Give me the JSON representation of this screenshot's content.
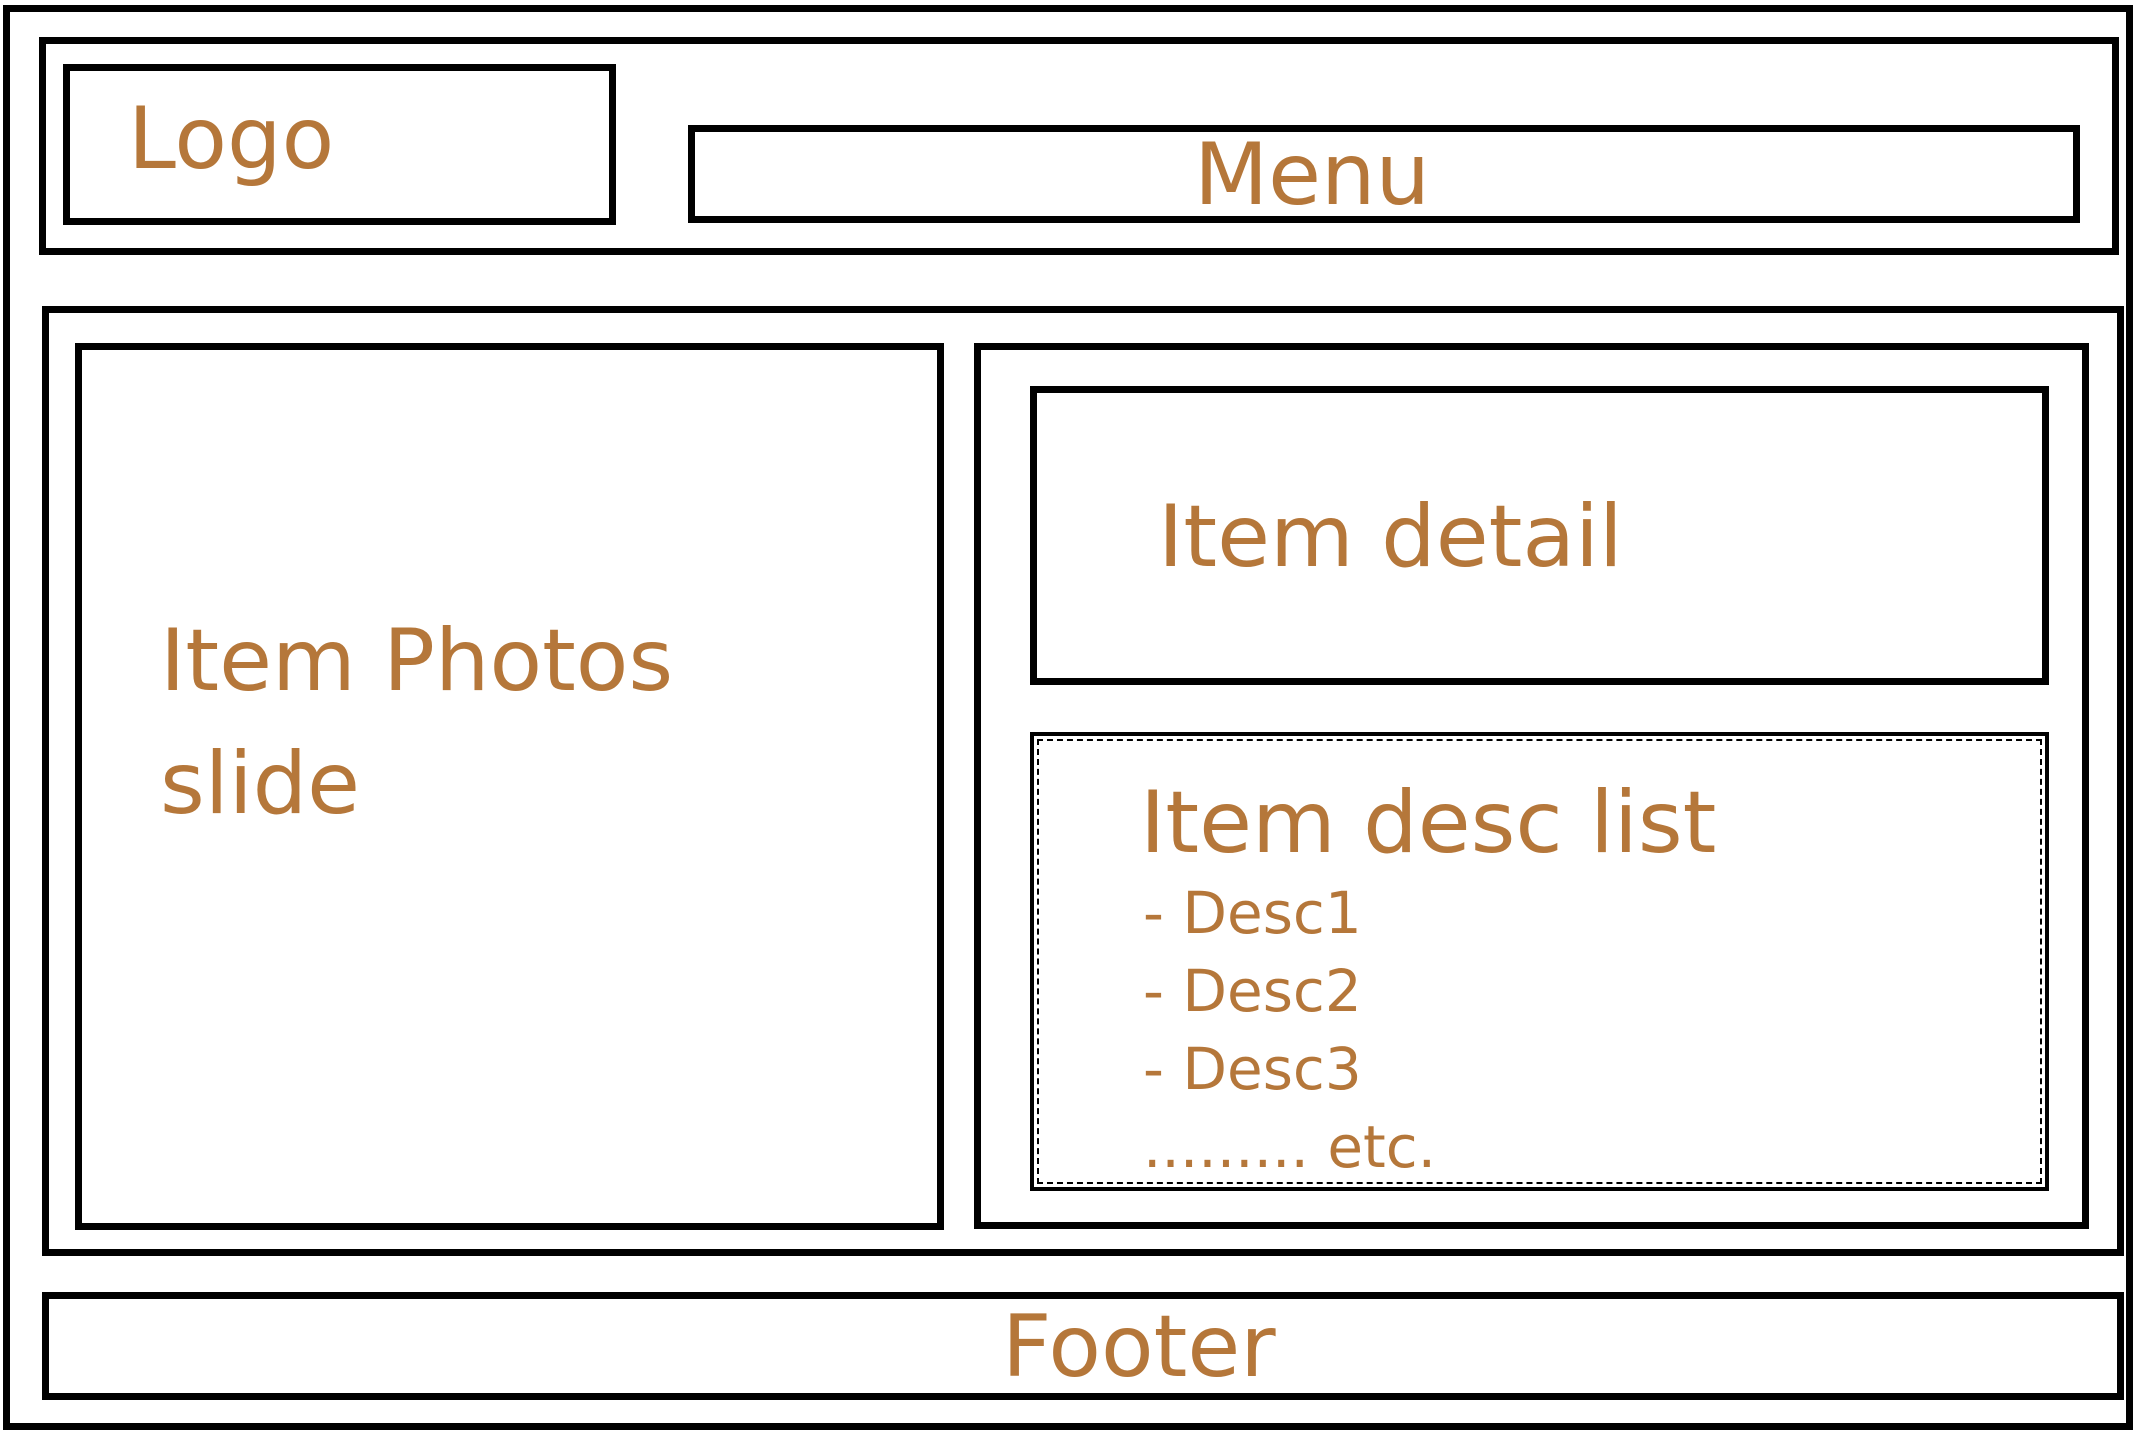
{
  "header": {
    "logo": "Logo",
    "menu": "Menu"
  },
  "main": {
    "photos": {
      "line1": "Item Photos",
      "line2": "slide"
    },
    "detail": "Item detail",
    "desc": {
      "title": "Item desc list",
      "items": [
        "- Desc1",
        "- Desc2",
        "- Desc3"
      ],
      "more": "......... etc."
    }
  },
  "footer": "Footer",
  "colors": {
    "label": "#b5773a",
    "border": "#000000",
    "background": "#ffffff"
  }
}
